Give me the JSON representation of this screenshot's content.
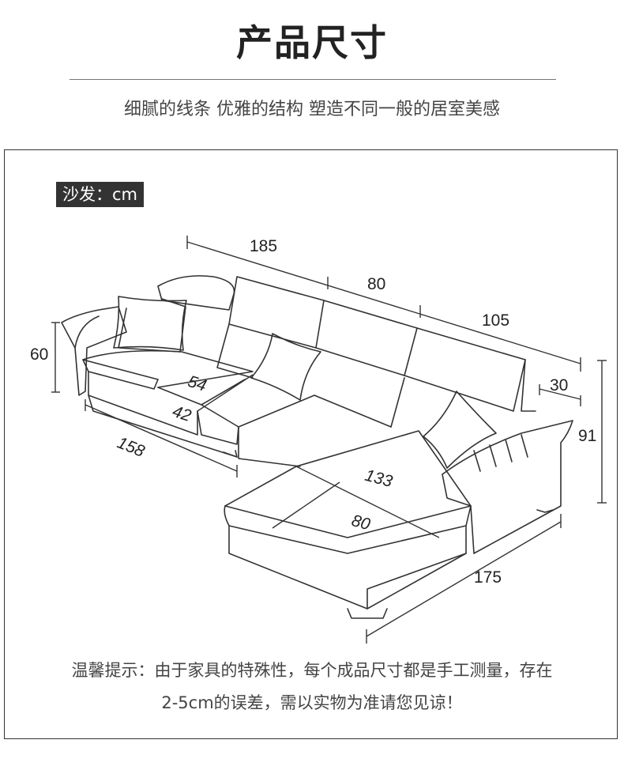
{
  "header": {
    "title": "产品尺寸",
    "subtitle": "细腻的线条 优雅的结构  塑造不同一般的居室美感"
  },
  "unit_label": "沙发：cm",
  "dimensions": {
    "top_left": "185",
    "top_mid": "80",
    "top_right": "105",
    "armrest_depth": "30",
    "height_total": "91",
    "back_height": "60",
    "left_length": "158",
    "seat_depth": "54",
    "seat_height": "42",
    "chaise_length": "133",
    "chaise_width": "80",
    "front_length": "175"
  },
  "note": {
    "line1": "温馨提示：由于家具的特殊性，每个成品尺寸都是手工测量，存在",
    "line2": "2-5cm的误差，需以实物为准请您见谅！"
  },
  "colors": {
    "line": "#333333",
    "badge_bg": "#333333",
    "badge_text": "#ffffff"
  }
}
